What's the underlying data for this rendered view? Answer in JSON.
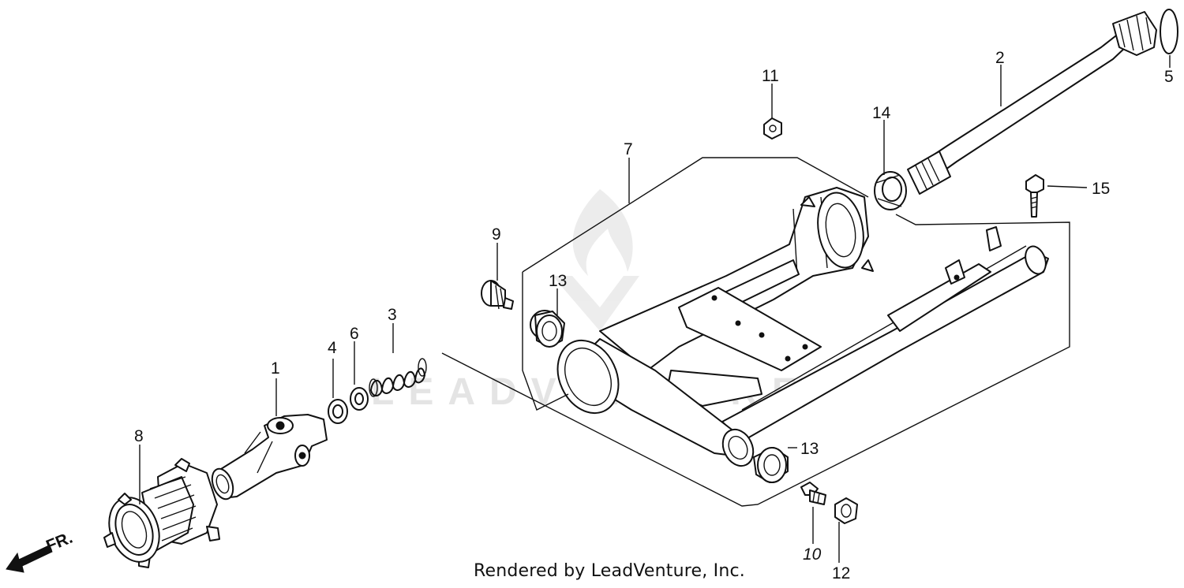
{
  "callouts": {
    "c1": "1",
    "c2": "2",
    "c3": "3",
    "c4": "4",
    "c5": "5",
    "c6": "6",
    "c7": "7",
    "c8": "8",
    "c9": "9",
    "c10": "10",
    "c11": "11",
    "c12": "12",
    "c13a": "13",
    "c13b": "13",
    "c14": "14",
    "c15": "15"
  },
  "direction_label": "FR.",
  "watermark": "LEADVENTURE",
  "credit": "Rendered by LeadVenture, Inc.",
  "colors": {
    "ink": "#111111",
    "background": "#ffffff",
    "watermark": "#e4e4e4"
  },
  "icons": [
    "front-direction-arrow-icon",
    "leadventure-watermark-icon"
  ]
}
